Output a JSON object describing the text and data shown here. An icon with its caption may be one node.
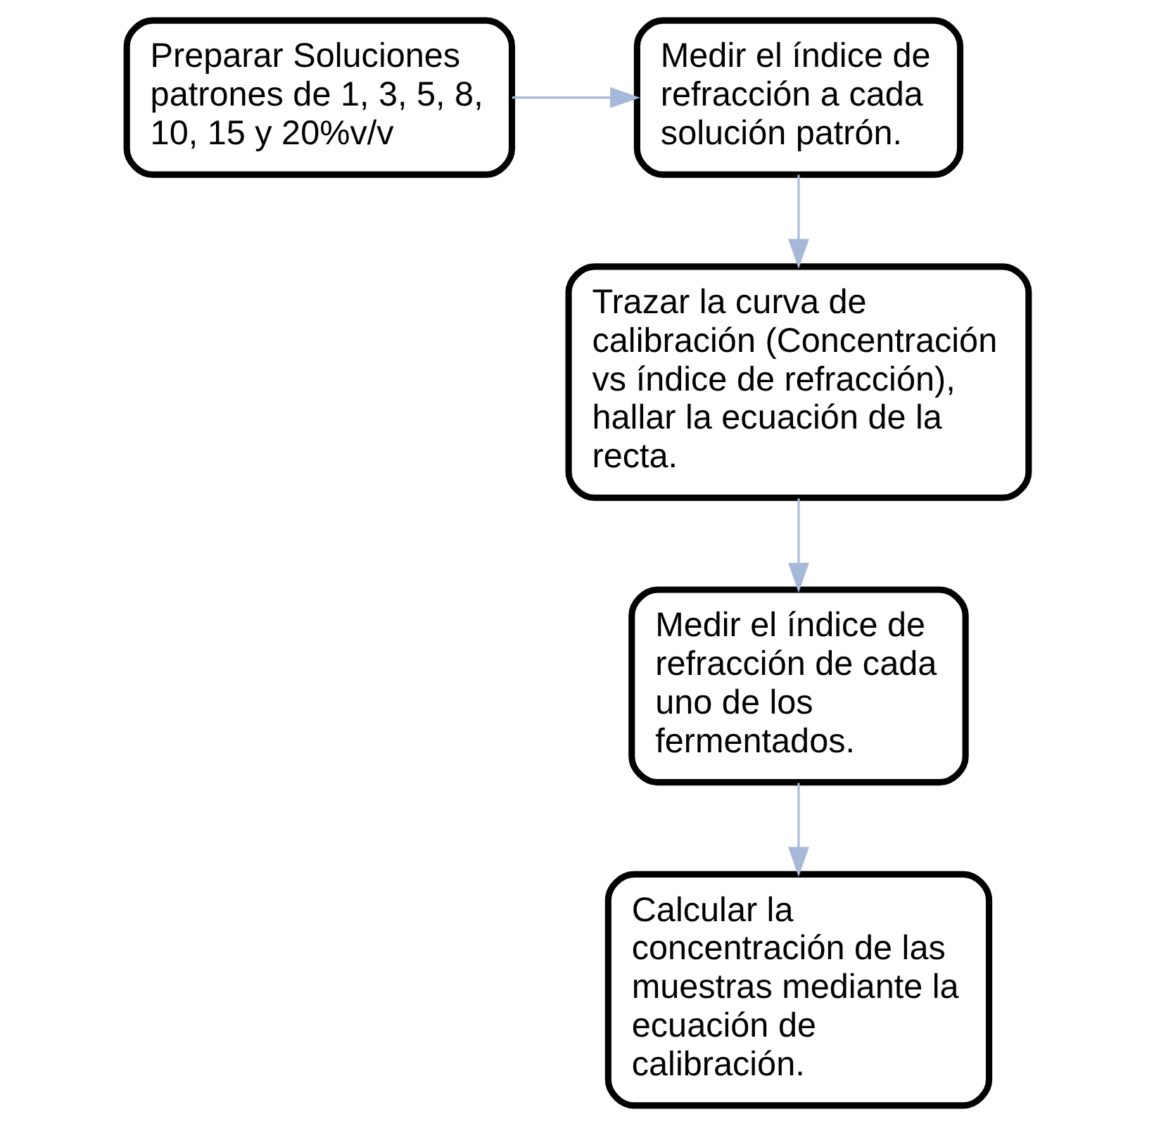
{
  "diagram": {
    "nodes": [
      {
        "text": [
          "Preparar Soluciones patrones de 1, 3, 5, 8, 10, 15 y 20%v/v"
        ]
      },
      {
        "text": [
          "Medir el índice de refracción a cada solución patrón."
        ]
      },
      {
        "text": [
          "Trazar la curva de calibración (Concentración vs índice de refracción), hallar la ecuación de la recta."
        ]
      },
      {
        "text": [
          "Medir el índice de refracción de cada uno de los fermentados."
        ]
      },
      {
        "text": [
          "Calcular la concentración de las muestras mediante la ecuación de calibración."
        ]
      }
    ],
    "edges": [
      {
        "from": 0,
        "to": 1,
        "arrow": "to"
      },
      {
        "from": 1,
        "to": 2,
        "arrow": "to"
      },
      {
        "from": 2,
        "to": 3,
        "arrow": "to"
      },
      {
        "from": 3,
        "to": 4,
        "arrow": "to"
      }
    ]
  }
}
